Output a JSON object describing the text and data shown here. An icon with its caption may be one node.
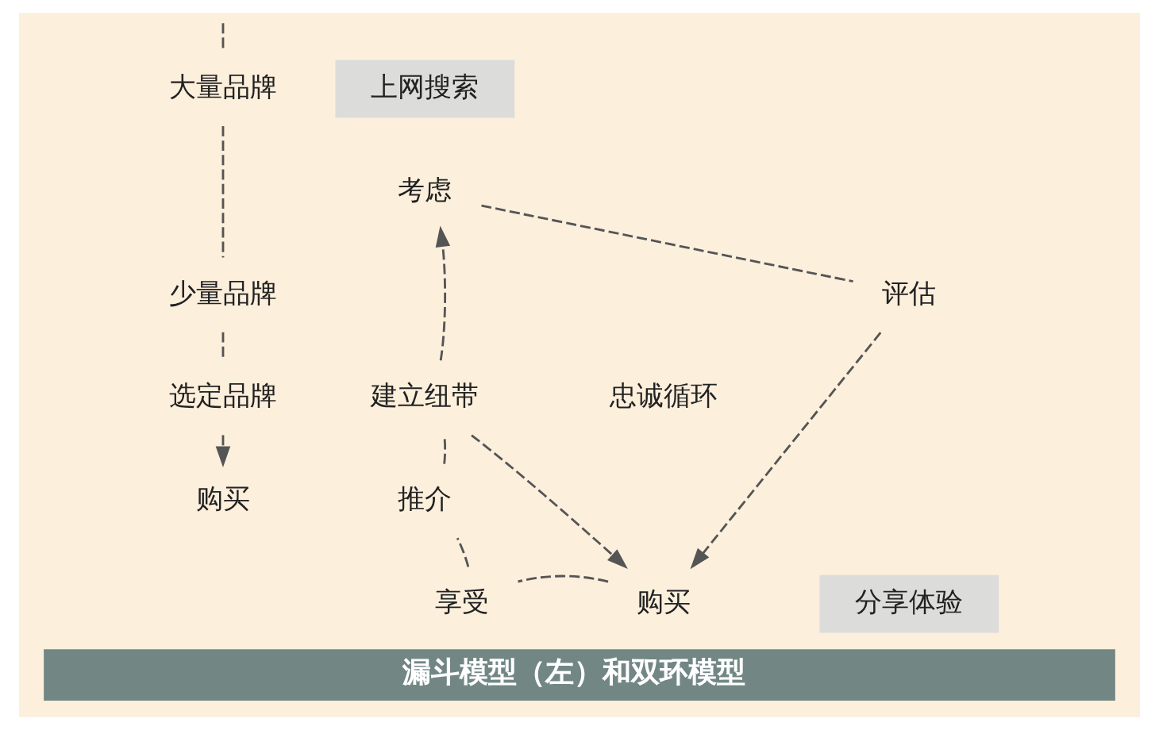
{
  "diagram": {
    "caption": "漏斗模型（左）和双环模型",
    "nodes": [
      {
        "text": [
          "大量品牌"
        ]
      },
      {
        "text": [
          "少量品牌"
        ]
      },
      {
        "text": [
          "选定品牌"
        ]
      },
      {
        "text": [
          "购买"
        ]
      },
      {
        "text": [
          "上网搜索"
        ]
      },
      {
        "text": [
          "考虑"
        ]
      },
      {
        "text": [
          "评估"
        ]
      },
      {
        "text": [
          "建立纽带"
        ]
      },
      {
        "text": [
          "推介"
        ]
      },
      {
        "text": [
          "享受"
        ]
      },
      {
        "text": [
          "购买"
        ]
      },
      {
        "text": [
          "分享体验"
        ]
      }
    ],
    "edges": [
      {
        "from": null,
        "to": 0,
        "arrow": "none",
        "style": "dashed"
      },
      {
        "from": 0,
        "to": 1,
        "arrow": "none",
        "style": "dashed"
      },
      {
        "from": 1,
        "to": 2,
        "arrow": "none",
        "style": "dashed"
      },
      {
        "from": 2,
        "to": 3,
        "arrow": "to",
        "style": "dashed"
      },
      {
        "from": 5,
        "to": 6,
        "arrow": "none",
        "style": "dashed"
      },
      {
        "from": 6,
        "to": 10,
        "arrow": "to",
        "style": "dashed"
      },
      {
        "from": 7,
        "to": 5,
        "arrow": "to",
        "style": "dashed"
      },
      {
        "from": 7,
        "to": 10,
        "arrow": "to",
        "style": "dashed"
      },
      {
        "from": 10,
        "to": 9,
        "arrow": "none",
        "style": "dashed"
      },
      {
        "from": 9,
        "to": 8,
        "arrow": "none",
        "style": "dashed"
      },
      {
        "from": 8,
        "to": 7,
        "arrow": "none",
        "style": "dashed"
      }
    ],
    "labels": [
      "忠诚循环"
    ]
  }
}
